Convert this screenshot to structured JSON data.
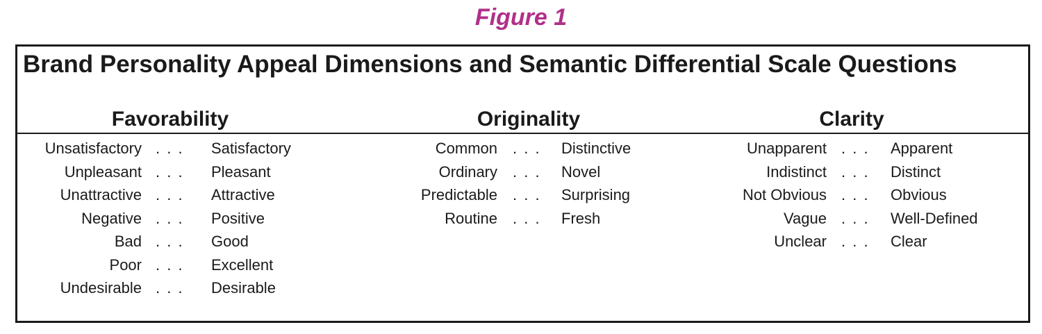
{
  "figure_label": "Figure 1",
  "title": "Brand Personality Appeal Dimensions and Semantic Differential Scale Questions",
  "separator": ". . .",
  "columns": [
    {
      "heading": "Favorability",
      "pairs": [
        {
          "negative": "Unsatisfactory",
          "positive": "Satisfactory"
        },
        {
          "negative": "Unpleasant",
          "positive": "Pleasant"
        },
        {
          "negative": "Unattractive",
          "positive": "Attractive"
        },
        {
          "negative": "Negative",
          "positive": "Positive"
        },
        {
          "negative": "Bad",
          "positive": "Good"
        },
        {
          "negative": "Poor",
          "positive": "Excellent"
        },
        {
          "negative": "Undesirable",
          "positive": "Desirable"
        }
      ]
    },
    {
      "heading": "Originality",
      "pairs": [
        {
          "negative": "Common",
          "positive": "Distinctive"
        },
        {
          "negative": "Ordinary",
          "positive": "Novel"
        },
        {
          "negative": "Predictable",
          "positive": "Surprising"
        },
        {
          "negative": "Routine",
          "positive": "Fresh"
        }
      ]
    },
    {
      "heading": "Clarity",
      "pairs": [
        {
          "negative": "Unapparent",
          "positive": "Apparent"
        },
        {
          "negative": "Indistinct",
          "positive": "Distinct"
        },
        {
          "negative": "Not Obvious",
          "positive": "Obvious"
        },
        {
          "negative": "Vague",
          "positive": "Well-Defined"
        },
        {
          "negative": "Unclear",
          "positive": "Clear"
        }
      ]
    }
  ]
}
